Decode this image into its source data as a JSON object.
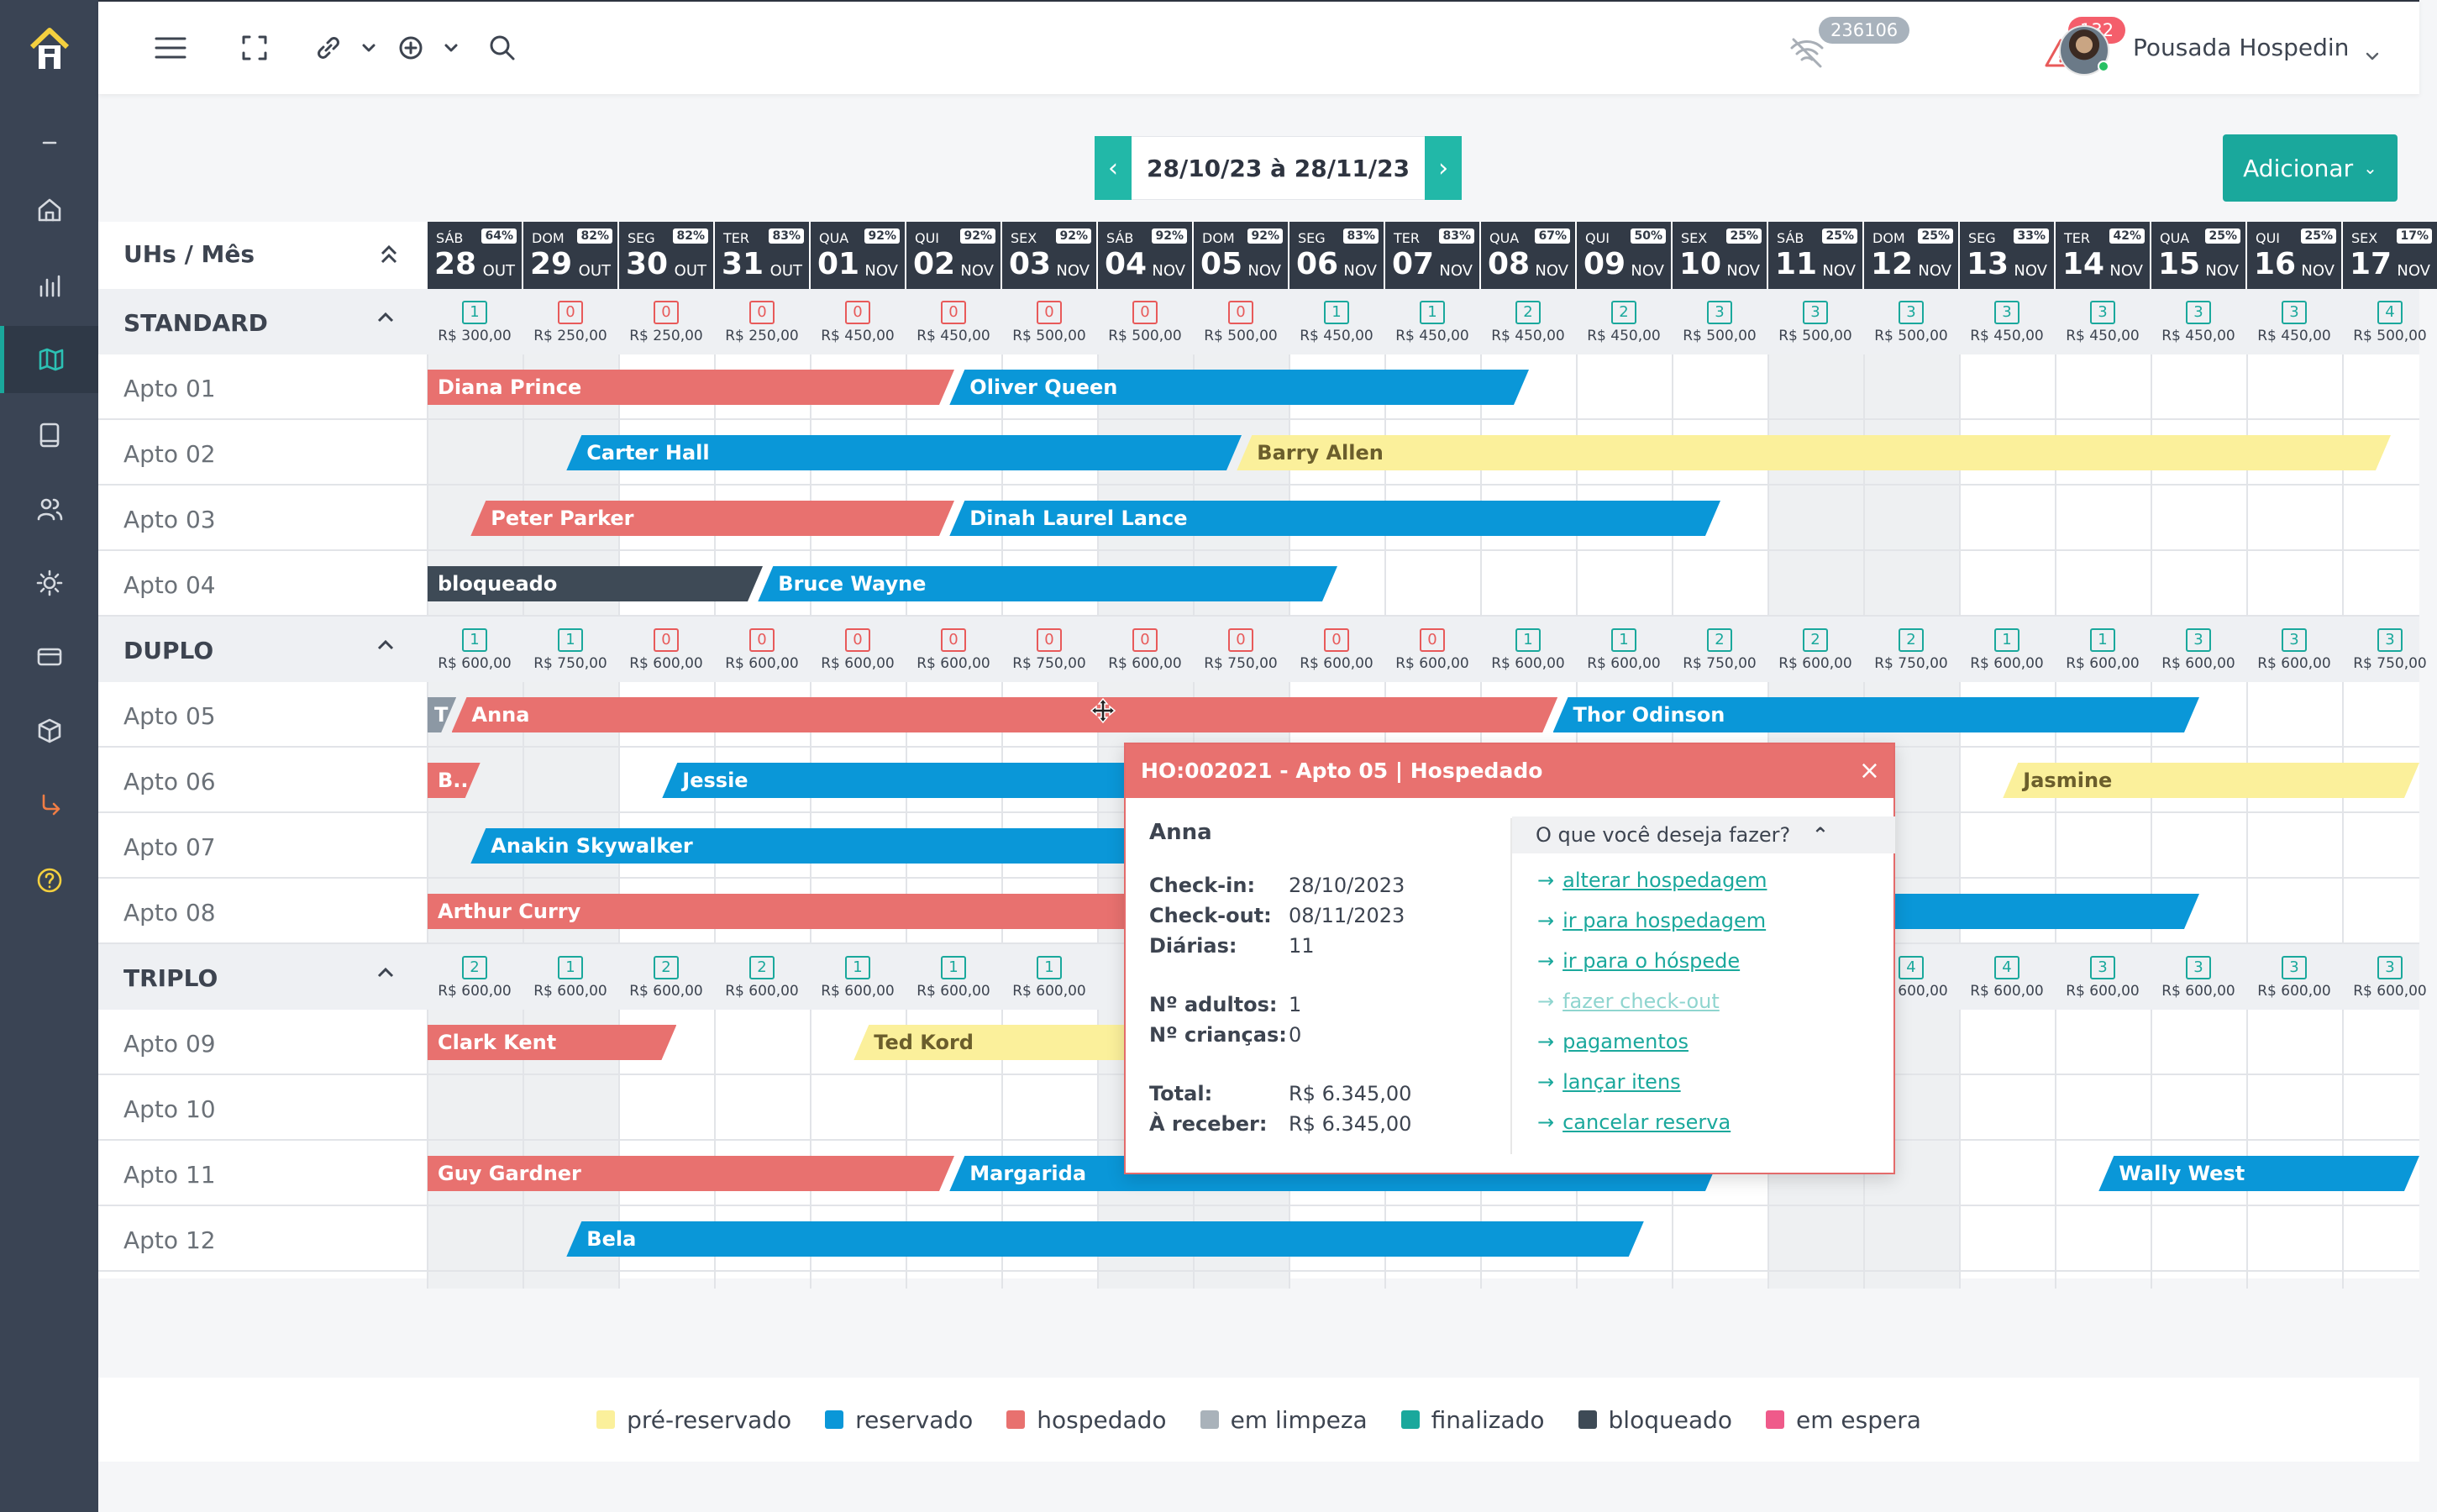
{
  "app": {
    "user_name": "Pousada Hospedin",
    "notif_count": "236106",
    "alert_count": "132"
  },
  "colors": {
    "hospedado": "#e8716f",
    "reservado": "#0a97d8",
    "pre_reservado": "#fbf09b",
    "bloqueado": "#3e4a56",
    "em_limpeza": "#8c98a4",
    "finalizado": "#1aa89c",
    "em_espera": "#ef5a8a"
  },
  "nav": {
    "date_range": "28/10/23 à 28/11/23",
    "add_button": "Adicionar"
  },
  "grid": {
    "header_label": "UHs / Mês"
  },
  "days": [
    {
      "dow": "SÁB",
      "num": "28",
      "mon": "OUT",
      "pct": "64%",
      "weekend": true
    },
    {
      "dow": "DOM",
      "num": "29",
      "mon": "OUT",
      "pct": "82%",
      "weekend": true
    },
    {
      "dow": "SEG",
      "num": "30",
      "mon": "OUT",
      "pct": "82%",
      "weekend": false
    },
    {
      "dow": "TER",
      "num": "31",
      "mon": "OUT",
      "pct": "83%",
      "weekend": false
    },
    {
      "dow": "QUA",
      "num": "01",
      "mon": "NOV",
      "pct": "92%",
      "weekend": false
    },
    {
      "dow": "QUI",
      "num": "02",
      "mon": "NOV",
      "pct": "92%",
      "weekend": false
    },
    {
      "dow": "SEX",
      "num": "03",
      "mon": "NOV",
      "pct": "92%",
      "weekend": false
    },
    {
      "dow": "SÁB",
      "num": "04",
      "mon": "NOV",
      "pct": "92%",
      "weekend": true
    },
    {
      "dow": "DOM",
      "num": "05",
      "mon": "NOV",
      "pct": "92%",
      "weekend": true
    },
    {
      "dow": "SEG",
      "num": "06",
      "mon": "NOV",
      "pct": "83%",
      "weekend": false
    },
    {
      "dow": "TER",
      "num": "07",
      "mon": "NOV",
      "pct": "83%",
      "weekend": false
    },
    {
      "dow": "QUA",
      "num": "08",
      "mon": "NOV",
      "pct": "67%",
      "weekend": false
    },
    {
      "dow": "QUI",
      "num": "09",
      "mon": "NOV",
      "pct": "50%",
      "weekend": false
    },
    {
      "dow": "SEX",
      "num": "10",
      "mon": "NOV",
      "pct": "25%",
      "weekend": false
    },
    {
      "dow": "SÁB",
      "num": "11",
      "mon": "NOV",
      "pct": "25%",
      "weekend": true
    },
    {
      "dow": "DOM",
      "num": "12",
      "mon": "NOV",
      "pct": "25%",
      "weekend": true
    },
    {
      "dow": "SEG",
      "num": "13",
      "mon": "NOV",
      "pct": "33%",
      "weekend": false
    },
    {
      "dow": "TER",
      "num": "14",
      "mon": "NOV",
      "pct": "42%",
      "weekend": false
    },
    {
      "dow": "QUA",
      "num": "15",
      "mon": "NOV",
      "pct": "25%",
      "weekend": false
    },
    {
      "dow": "QUI",
      "num": "16",
      "mon": "NOV",
      "pct": "25%",
      "weekend": false
    },
    {
      "dow": "SEX",
      "num": "17",
      "mon": "NOV",
      "pct": "17%",
      "weekend": false
    }
  ],
  "groups": [
    {
      "name": "STANDARD",
      "avail": [
        {
          "n": "1",
          "p": "R$ 300,00"
        },
        {
          "n": "0",
          "p": "R$ 250,00"
        },
        {
          "n": "0",
          "p": "R$ 250,00"
        },
        {
          "n": "0",
          "p": "R$ 250,00"
        },
        {
          "n": "0",
          "p": "R$ 450,00"
        },
        {
          "n": "0",
          "p": "R$ 450,00"
        },
        {
          "n": "0",
          "p": "R$ 500,00"
        },
        {
          "n": "0",
          "p": "R$ 500,00"
        },
        {
          "n": "0",
          "p": "R$ 500,00"
        },
        {
          "n": "1",
          "p": "R$ 450,00"
        },
        {
          "n": "1",
          "p": "R$ 450,00"
        },
        {
          "n": "2",
          "p": "R$ 450,00"
        },
        {
          "n": "2",
          "p": "R$ 450,00"
        },
        {
          "n": "3",
          "p": "R$ 500,00"
        },
        {
          "n": "3",
          "p": "R$ 500,00"
        },
        {
          "n": "3",
          "p": "R$ 500,00"
        },
        {
          "n": "3",
          "p": "R$ 450,00"
        },
        {
          "n": "3",
          "p": "R$ 450,00"
        },
        {
          "n": "3",
          "p": "R$ 450,00"
        },
        {
          "n": "3",
          "p": "R$ 450,00"
        },
        {
          "n": "4",
          "p": "R$ 500,00"
        }
      ],
      "rooms": [
        {
          "name": "Apto 01",
          "bookings": [
            {
              "guest": "Diana Prince",
              "type": "hosp",
              "start": 0,
              "end": 5.5
            },
            {
              "guest": "Oliver Queen",
              "type": "res",
              "start": 5.45,
              "end": 11.5
            }
          ]
        },
        {
          "name": "Apto 02",
          "bookings": [
            {
              "guest": "Carter Hall",
              "type": "res",
              "start": 1.45,
              "end": 8.5
            },
            {
              "guest": "Barry Allen",
              "type": "pre",
              "start": 8.45,
              "end": 20.5
            }
          ]
        },
        {
          "name": "Apto 03",
          "bookings": [
            {
              "guest": "Peter Parker",
              "type": "hosp",
              "start": 0.45,
              "end": 5.5
            },
            {
              "guest": "Dinah Laurel Lance",
              "type": "res",
              "start": 5.45,
              "end": 13.5
            }
          ]
        },
        {
          "name": "Apto 04",
          "bookings": [
            {
              "guest": "bloqueado",
              "type": "blk",
              "start": 0,
              "end": 3.5
            },
            {
              "guest": "Bruce Wayne",
              "type": "res",
              "start": 3.45,
              "end": 9.5
            }
          ]
        }
      ]
    },
    {
      "name": "DUPLO",
      "avail": [
        {
          "n": "1",
          "p": "R$ 600,00"
        },
        {
          "n": "1",
          "p": "R$ 750,00"
        },
        {
          "n": "0",
          "p": "R$ 600,00"
        },
        {
          "n": "0",
          "p": "R$ 600,00"
        },
        {
          "n": "0",
          "p": "R$ 600,00"
        },
        {
          "n": "0",
          "p": "R$ 600,00"
        },
        {
          "n": "0",
          "p": "R$ 750,00"
        },
        {
          "n": "0",
          "p": "R$ 600,00"
        },
        {
          "n": "0",
          "p": "R$ 750,00"
        },
        {
          "n": "0",
          "p": "R$ 600,00"
        },
        {
          "n": "0",
          "p": "R$ 600,00"
        },
        {
          "n": "1",
          "p": "R$ 600,00"
        },
        {
          "n": "1",
          "p": "R$ 600,00"
        },
        {
          "n": "2",
          "p": "R$ 750,00"
        },
        {
          "n": "2",
          "p": "R$ 600,00"
        },
        {
          "n": "2",
          "p": "R$ 750,00"
        },
        {
          "n": "1",
          "p": "R$ 600,00"
        },
        {
          "n": "1",
          "p": "R$ 600,00"
        },
        {
          "n": "3",
          "p": "R$ 600,00"
        },
        {
          "n": "3",
          "p": "R$ 600,00"
        },
        {
          "n": "3",
          "p": "R$ 750,00"
        }
      ],
      "rooms": [
        {
          "name": "Apto 05",
          "bookings": [
            {
              "guest": "T",
              "type": "clean",
              "start": 0,
              "end": 0.3
            },
            {
              "guest": "Anna",
              "type": "hosp",
              "start": 0.25,
              "end": 11.8
            },
            {
              "guest": "Thor Odinson",
              "type": "res",
              "start": 11.75,
              "end": 18.5
            }
          ]
        },
        {
          "name": "Apto 06",
          "bookings": [
            {
              "guest": "B..",
              "type": "hosp",
              "start": 0,
              "end": 0.55
            },
            {
              "guest": "Jessie",
              "type": "res",
              "start": 2.45,
              "end": 7.5
            },
            {
              "guest": "Jasmine",
              "type": "pre",
              "start": 16.45,
              "end": 21
            }
          ]
        },
        {
          "name": "Apto 07",
          "bookings": [
            {
              "guest": "Anakin Skywalker",
              "type": "res",
              "start": 0.45,
              "end": 7.5
            }
          ]
        },
        {
          "name": "Apto 08",
          "bookings": [
            {
              "guest": "Arthur Curry",
              "type": "hosp",
              "start": 0,
              "end": 7.5
            },
            {
              "guest": "",
              "type": "res",
              "start": 15,
              "end": 18.5
            }
          ]
        }
      ]
    },
    {
      "name": "TRIPLO",
      "avail": [
        {
          "n": "2",
          "p": "R$ 600,00"
        },
        {
          "n": "1",
          "p": "R$ 600,00"
        },
        {
          "n": "2",
          "p": "R$ 600,00"
        },
        {
          "n": "2",
          "p": "R$ 600,00"
        },
        {
          "n": "1",
          "p": "R$ 600,00"
        },
        {
          "n": "1",
          "p": "R$ 600,00"
        },
        {
          "n": "1",
          "p": "R$ 600,00"
        },
        {
          "n": "",
          "p": "R$"
        },
        {
          "n": "",
          "p": ""
        },
        {
          "n": "",
          "p": ""
        },
        {
          "n": "",
          "p": ""
        },
        {
          "n": "",
          "p": ""
        },
        {
          "n": "",
          "p": ""
        },
        {
          "n": "",
          "p": ""
        },
        {
          "n": "",
          "p": ""
        },
        {
          "n": "4",
          "p": "R$ 600,00"
        },
        {
          "n": "4",
          "p": "R$ 600,00"
        },
        {
          "n": "3",
          "p": "R$ 600,00"
        },
        {
          "n": "3",
          "p": "R$ 600,00"
        },
        {
          "n": "3",
          "p": "R$ 600,00"
        },
        {
          "n": "3",
          "p": "R$ 600,00"
        }
      ],
      "rooms": [
        {
          "name": "Apto 09",
          "bookings": [
            {
              "guest": "Clark Kent",
              "type": "hosp",
              "start": 0,
              "end": 2.6
            },
            {
              "guest": "Ted Kord",
              "type": "pre",
              "start": 4.45,
              "end": 7.5
            }
          ]
        },
        {
          "name": "Apto 10",
          "bookings": []
        },
        {
          "name": "Apto 11",
          "bookings": [
            {
              "guest": "Guy Gardner",
              "type": "hosp",
              "start": 0,
              "end": 5.5
            },
            {
              "guest": "Margarida",
              "type": "res",
              "start": 5.45,
              "end": 13.5
            },
            {
              "guest": "Wally West",
              "type": "res",
              "start": 17.45,
              "end": 21
            }
          ]
        },
        {
          "name": "Apto 12",
          "bookings": [
            {
              "guest": "Bela",
              "type": "res",
              "start": 1.45,
              "end": 12.7
            }
          ]
        }
      ]
    }
  ],
  "popup": {
    "title": "HO:002021 - Apto 05 | Hospedado",
    "close": "×",
    "guest": "Anna",
    "checkin_label": "Check-in:",
    "checkin": "28/10/2023",
    "checkout_label": "Check-out:",
    "checkout": "08/11/2023",
    "diarias_label": "Diárias:",
    "diarias": "11",
    "adultos_label": "Nº adultos:",
    "adultos": "1",
    "criancas_label": "Nº crianças:",
    "criancas": "0",
    "total_label": "Total:",
    "total": "R$ 6.345,00",
    "receber_label": "À receber:",
    "receber": "R$ 6.345,00",
    "menu_title": "O que você deseja fazer?",
    "actions": [
      "alterar hospedagem",
      "ir para hospedagem",
      "ir para o hóspede",
      "fazer check-out",
      "pagamentos",
      "lançar itens",
      "cancelar reserva"
    ]
  },
  "legend": [
    {
      "label": "pré-reservado",
      "color": "#fbf09b"
    },
    {
      "label": "reservado",
      "color": "#0a97d8"
    },
    {
      "label": "hospedado",
      "color": "#e8716f"
    },
    {
      "label": "em limpeza",
      "color": "#a9b2ba"
    },
    {
      "label": "finalizado",
      "color": "#1aa89c"
    },
    {
      "label": "bloqueado",
      "color": "#3e4a56"
    },
    {
      "label": "em espera",
      "color": "#ef5a8a"
    }
  ]
}
